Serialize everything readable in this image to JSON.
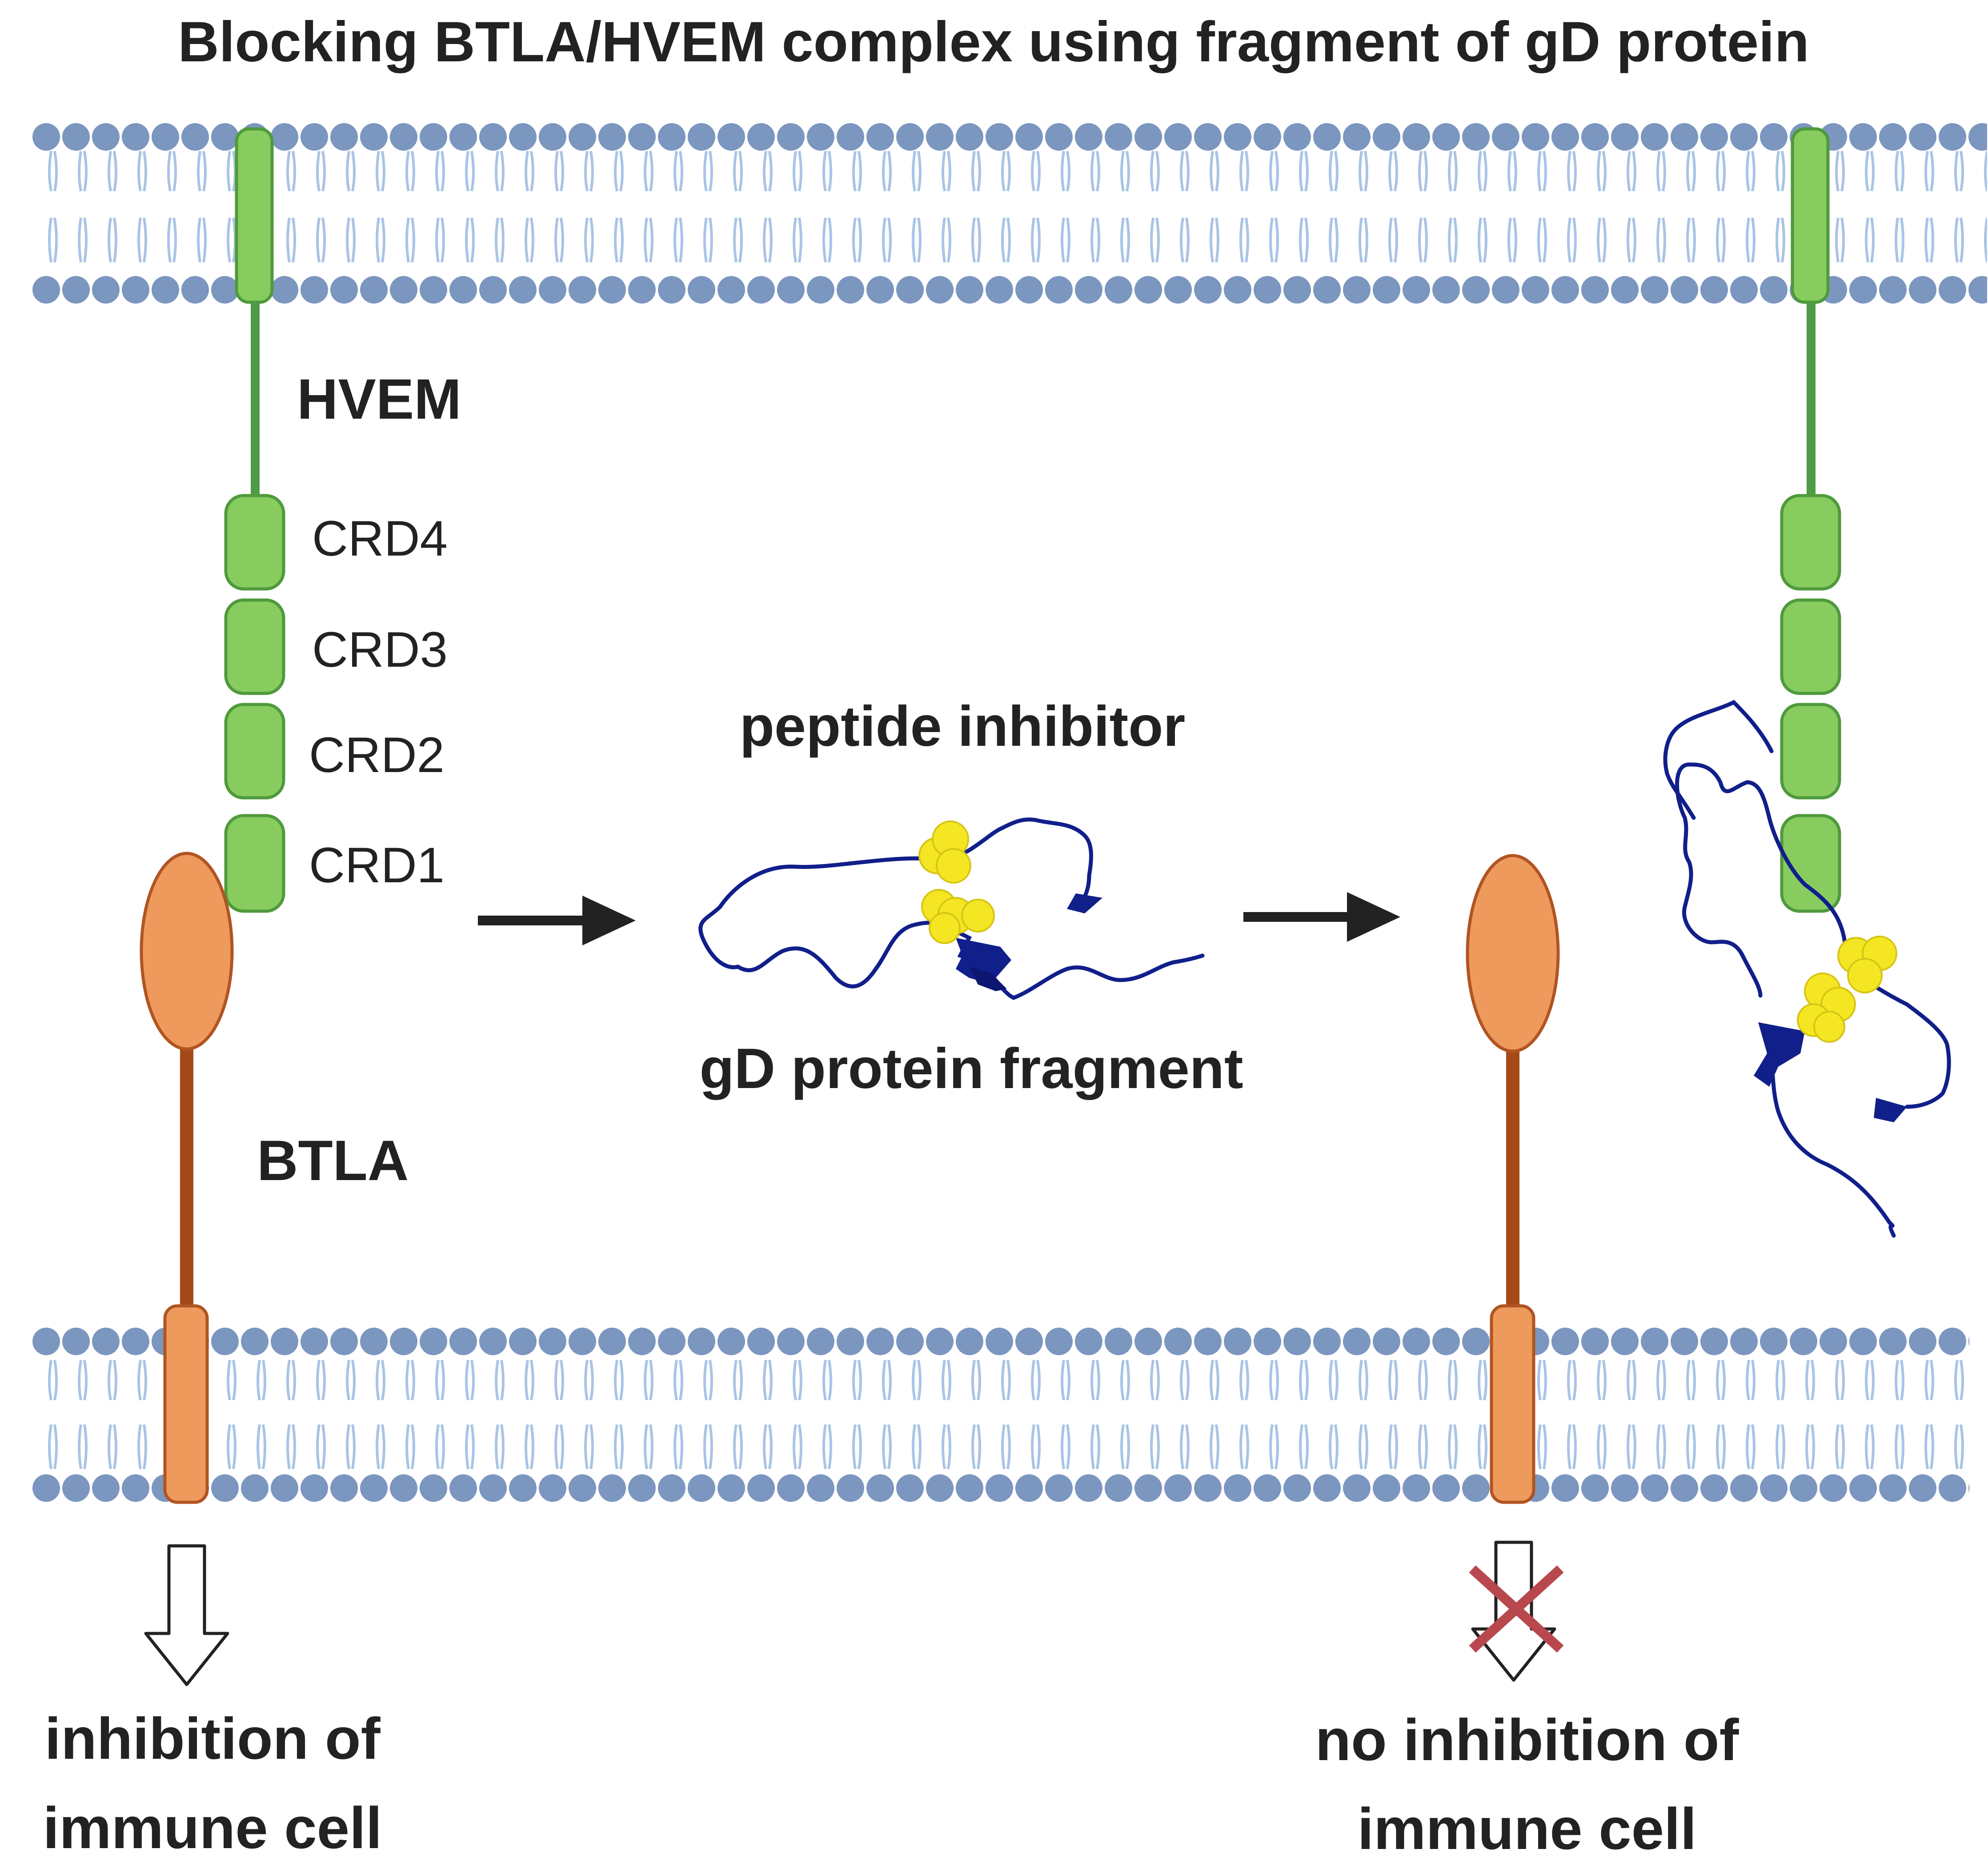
{
  "title": "Blocking BTLA/HVEM complex using fragment of gD protein",
  "labels": {
    "hvem": "HVEM",
    "crd4": "CRD4",
    "crd3": "CRD3",
    "crd2": "CRD2",
    "crd1": "CRD1",
    "btla": "BTLA",
    "peptide_inhibitor": "peptide inhibitor",
    "gd_fragment": "gD protein fragment",
    "outcome_left_line1": "inhibition of",
    "outcome_left_line2": "immune cell",
    "outcome_right_line1": "no inhibition of",
    "outcome_right_line2": "immune cell"
  },
  "colors": {
    "membrane_head": "#7b96bf",
    "membrane_tail": "#a9c4e6",
    "hvem_domain": "#88cc60",
    "hvem_outline": "#4f9a3c",
    "hvem_stalk": "#4f9a45",
    "btla_domain": "#ee9a5c",
    "btla_outline": "#b15422",
    "btla_stalk": "#a54918",
    "peptide_chain": "#101f8a",
    "disulfide_atoms": "#f4e622",
    "arrow": "#222222",
    "cross": "#b8484d"
  }
}
